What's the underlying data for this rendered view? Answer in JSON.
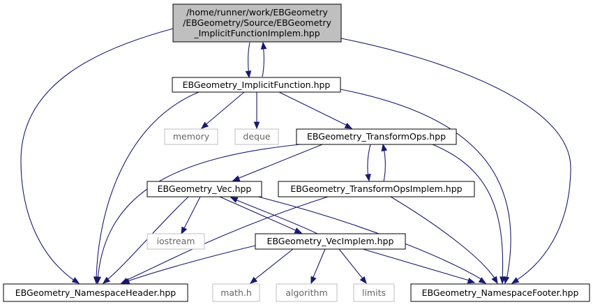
{
  "colors": {
    "edge": "#191970",
    "root_fill": "#bfbfbf",
    "file_border": "#000000",
    "system_border": "#bfbfbf",
    "system_text": "#666666"
  },
  "nodes": {
    "root": {
      "lines": [
        "/home/runner/work/EBGeometry",
        "/EBGeometry/Source/EBGeometry",
        "_ImplicitFunctionImplem.hpp"
      ],
      "kind": "root"
    },
    "implicit": {
      "lines": [
        "EBGeometry_ImplicitFunction.hpp"
      ],
      "kind": "file"
    },
    "memory": {
      "lines": [
        "memory"
      ],
      "kind": "system"
    },
    "deque": {
      "lines": [
        "deque"
      ],
      "kind": "system"
    },
    "transform": {
      "lines": [
        "EBGeometry_TransformOps.hpp"
      ],
      "kind": "file"
    },
    "vec": {
      "lines": [
        "EBGeometry_Vec.hpp"
      ],
      "kind": "file"
    },
    "transformimpl": {
      "lines": [
        "EBGeometry_TransformOpsImplem.hpp"
      ],
      "kind": "file"
    },
    "iostream": {
      "lines": [
        "iostream"
      ],
      "kind": "system"
    },
    "vecimpl": {
      "lines": [
        "EBGeometry_VecImplem.hpp"
      ],
      "kind": "file"
    },
    "nsheader": {
      "lines": [
        "EBGeometry_NamespaceHeader.hpp"
      ],
      "kind": "file"
    },
    "mathh": {
      "lines": [
        "math.h"
      ],
      "kind": "system"
    },
    "algorithm": {
      "lines": [
        "algorithm"
      ],
      "kind": "system"
    },
    "limits": {
      "lines": [
        "limits"
      ],
      "kind": "system"
    },
    "nsfooter": {
      "lines": [
        "EBGeometry_NamespaceFooter.hpp"
      ],
      "kind": "file"
    }
  },
  "edges": [
    [
      "root",
      "implicit"
    ],
    [
      "root",
      "nsheader"
    ],
    [
      "root",
      "nsfooter"
    ],
    [
      "implicit",
      "root"
    ],
    [
      "implicit",
      "memory"
    ],
    [
      "implicit",
      "deque"
    ],
    [
      "implicit",
      "transform"
    ],
    [
      "implicit",
      "nsheader"
    ],
    [
      "implicit",
      "nsfooter"
    ],
    [
      "transform",
      "vec"
    ],
    [
      "transform",
      "transformimpl"
    ],
    [
      "transform",
      "nsheader"
    ],
    [
      "transform",
      "nsfooter"
    ],
    [
      "transformimpl",
      "transform"
    ],
    [
      "transformimpl",
      "nsheader"
    ],
    [
      "transformimpl",
      "nsfooter"
    ],
    [
      "vec",
      "iostream"
    ],
    [
      "vec",
      "vecimpl"
    ],
    [
      "vec",
      "nsheader"
    ],
    [
      "vec",
      "nsfooter"
    ],
    [
      "vecimpl",
      "vec"
    ],
    [
      "vecimpl",
      "nsheader"
    ],
    [
      "vecimpl",
      "mathh"
    ],
    [
      "vecimpl",
      "algorithm"
    ],
    [
      "vecimpl",
      "limits"
    ],
    [
      "vecimpl",
      "nsfooter"
    ]
  ]
}
